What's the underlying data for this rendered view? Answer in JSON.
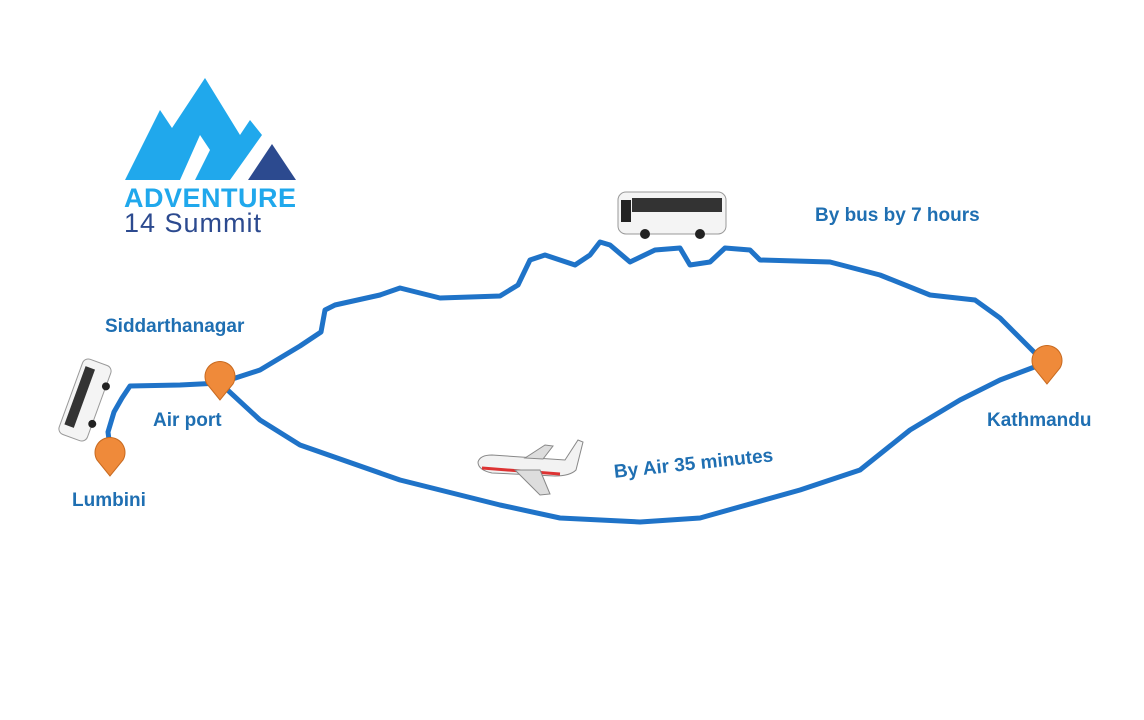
{
  "logo": {
    "line1": "ADVENTURE",
    "line2": "14 Summit"
  },
  "places": {
    "siddarthanagar": "Siddarthanagar",
    "airport": "Air port",
    "lumbini": "Lumbini",
    "kathmandu": "Kathmandu"
  },
  "routes": {
    "bus": "By bus by 7 hours",
    "air": "By Air 35 minutes"
  },
  "colors": {
    "route": "#1f73c8",
    "pin": "#ef8a3a",
    "label": "#1f6fb2",
    "logo_light": "#20a8ec",
    "logo_dark": "#2c4a8f"
  }
}
